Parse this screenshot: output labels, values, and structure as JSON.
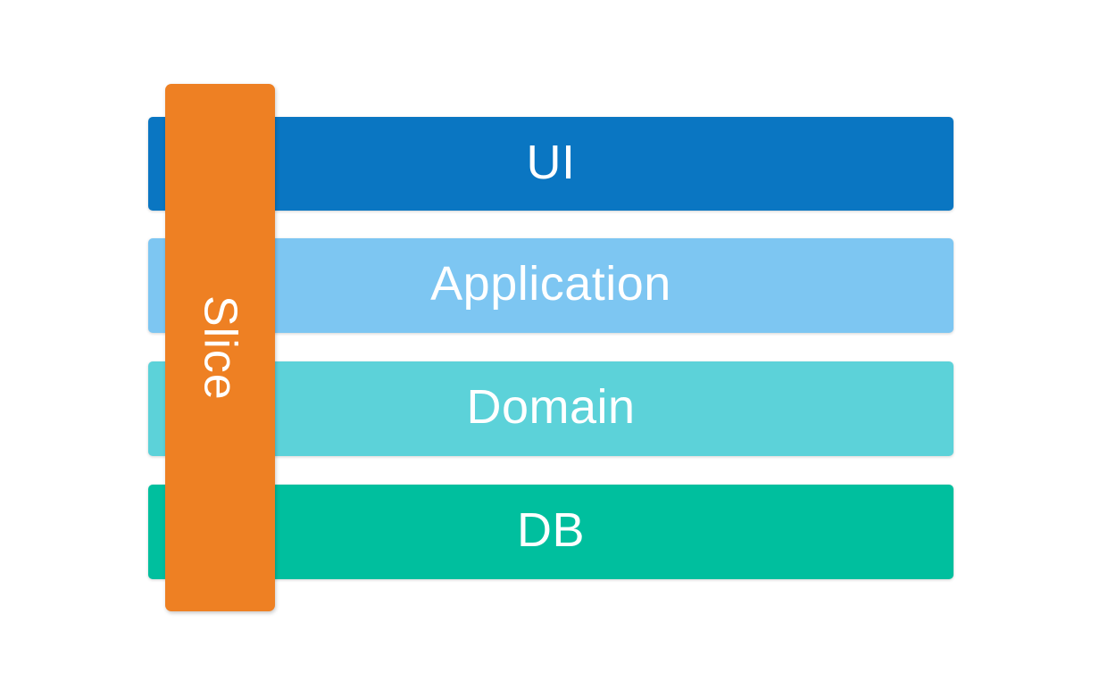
{
  "diagram": {
    "background_color": "#ffffff",
    "text_color": "#ffffff",
    "layers": [
      {
        "label": "UI",
        "color": "#0a76c2"
      },
      {
        "label": "Application",
        "color": "#7dc6f2"
      },
      {
        "label": "Domain",
        "color": "#5cd2d9"
      },
      {
        "label": "DB",
        "color": "#00bf9e"
      }
    ],
    "slice": {
      "label": "Slice",
      "color": "#ee8023"
    }
  }
}
